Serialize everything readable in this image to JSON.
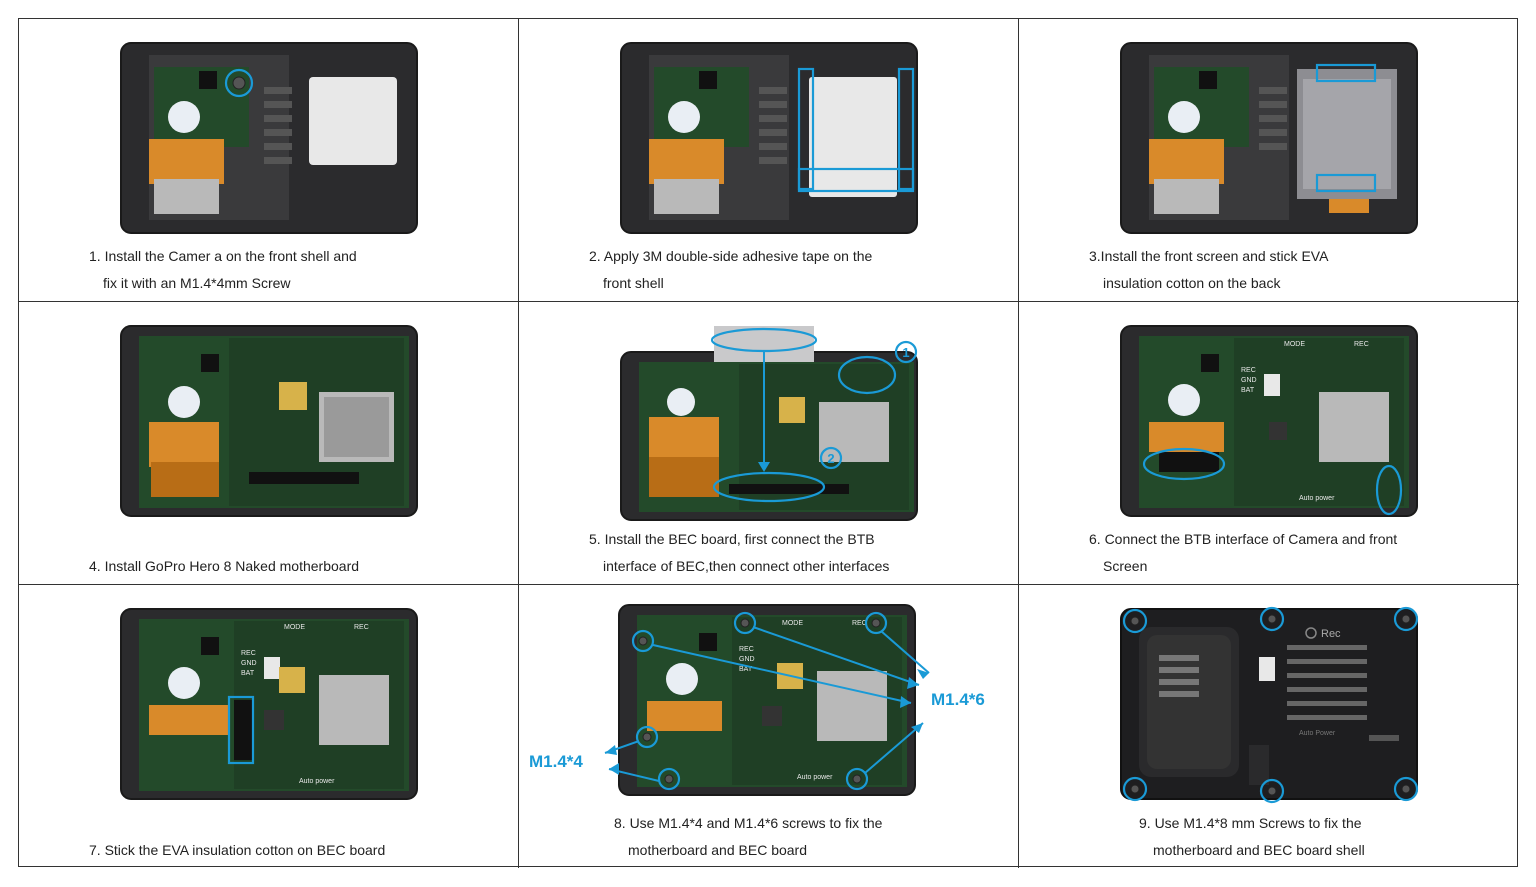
{
  "steps": [
    {
      "line1": "1. Install the Camer a on the front shell and",
      "line2": "fix it with an M1.4*4mm Screw"
    },
    {
      "line1": "2. Apply 3M double-side adhesive tape on the",
      "line2": "front shell"
    },
    {
      "line1": "3.Install the front screen and stick EVA",
      "line2": "insulation cotton on the back"
    },
    {
      "line1": "4. Install GoPro Hero 8 Naked motherboard",
      "line2": ""
    },
    {
      "line1": "5. Install the BEC board, first connect the BTB",
      "line2": "interface of BEC,then connect other interfaces"
    },
    {
      "line1": "6. Connect the BTB interface of Camera and front",
      "line2": "Screen"
    },
    {
      "line1": "7. Stick the EVA insulation cotton on BEC board",
      "line2": ""
    },
    {
      "line1": "8. Use M1.4*4 and M1.4*6 screws to fix the",
      "line2": "motherboard and BEC board"
    },
    {
      "line1": "9. Use M1.4*8 mm Screws to fix the",
      "line2": "motherboard and BEC board shell"
    }
  ],
  "annotations": {
    "badge_1": "1",
    "badge_2": "2",
    "screw_m14x4": "M1.4*4",
    "screw_m14x6": "M1.4*6"
  },
  "board_labels": {
    "mode": "MODE",
    "rec": "REC",
    "rec_pin": "REC",
    "gnd_pin": "GND",
    "bat_pin": "BAT",
    "auto_power": "Auto power",
    "shell_rec": "Rec",
    "shell_auto_power": "Auto Power"
  },
  "colors": {
    "highlight": "#1a9ad6",
    "border": "#333333",
    "shell": "#2b2b2d",
    "flex_cable": "#d98a2a",
    "pcb": "#234a2a"
  },
  "icons": {
    "screw": "screw-icon",
    "highlight_circle": "highlight-circle-icon",
    "arrow": "arrow-icon"
  }
}
